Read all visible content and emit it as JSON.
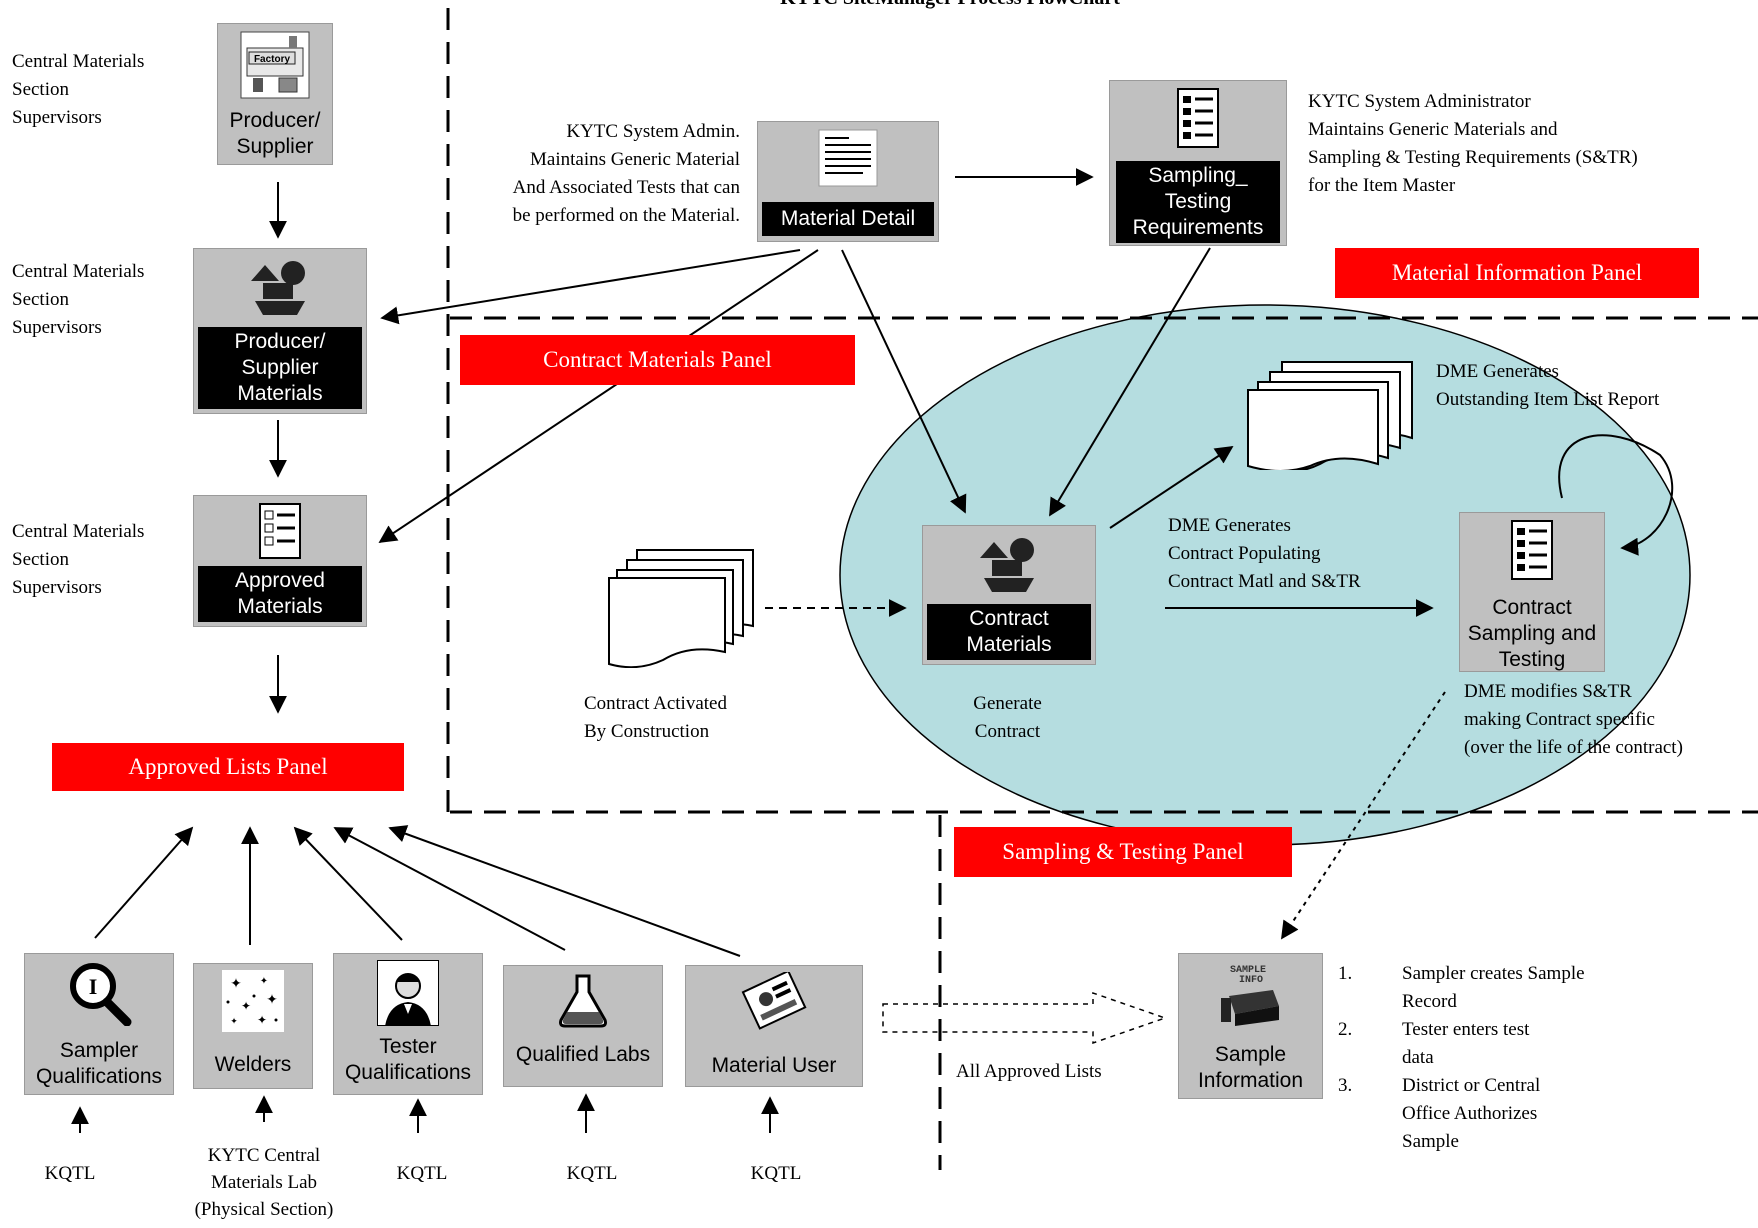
{
  "title": "KYTC SiteManager Process FlowChart",
  "panels": {
    "material_information": "Material Information Panel",
    "contract_materials": "Contract Materials Panel",
    "approved_lists": "Approved Lists Panel",
    "sampling_testing": "Sampling & Testing Panel"
  },
  "nodes": {
    "producer_supplier": {
      "label": "Producer/\nSupplier",
      "image_text": "Factory",
      "icon": "factory-icon"
    },
    "producer_supplier_materials": {
      "label": "Producer/\nSupplier\nMaterials",
      "icon": "materials-shapes-icon"
    },
    "approved_materials": {
      "label": "Approved\nMaterials",
      "icon": "checklist-icon"
    },
    "material_detail": {
      "label": "Material Detail",
      "icon": "document-icon"
    },
    "sampling_testing_requirements": {
      "label": "Sampling_\nTesting\nRequirements",
      "icon": "checklist-icon"
    },
    "contract_materials": {
      "label": "Contract\nMaterials",
      "icon": "materials-shapes-icon"
    },
    "contract_sampling_testing": {
      "label": "Contract\nSampling and\nTesting",
      "icon": "checklist-icon"
    },
    "sample_information": {
      "label": "Sample\nInformation",
      "image_text": "SAMPLE\nINFO",
      "icon": "sample-box-icon"
    },
    "sampler_qualifications": {
      "label": "Sampler\nQualifications",
      "icon": "magnifier-icon"
    },
    "welders": {
      "label": "Welders",
      "icon": "sparkles-icon"
    },
    "tester_qualifications": {
      "label": "Tester\nQualifications",
      "icon": "person-icon"
    },
    "qualified_labs": {
      "label": "Qualified Labs",
      "icon": "flask-icon"
    },
    "material_user": {
      "label": "Material User",
      "icon": "user-card-icon"
    }
  },
  "notes": {
    "cms_1": "Central Materials\nSection\nSupervisors",
    "cms_2": "Central Materials\nSection\nSupervisors",
    "cms_3": "Central Materials\nSection\nSupervisors",
    "kytc_admin": "KYTC System Admin.\nMaintains Generic Material\nAnd Associated Tests that can\nbe performed on the Material.",
    "kytc_admin_right": "KYTC System Administrator\nMaintains Generic Materials and\nSampling & Testing Requirements (S&TR)\nfor the Item Master",
    "dme_report": "DME Generates\nOutstanding Item List Report",
    "dme_contract": "DME Generates\nContract Populating\nContract Matl and S&TR",
    "dme_modifies": "DME modifies S&TR\nmaking Contract specific\n(over the life of the contract)",
    "contract_activated": "Contract Activated\nBy Construction",
    "generate_contract": "Generate\nContract",
    "all_approved_lists": "All Approved Lists"
  },
  "sources": [
    "KQTL",
    "KYTC Central\nMaterials Lab\n(Physical Section)",
    "KQTL",
    "KQTL",
    "KQTL"
  ],
  "sample_steps": [
    {
      "num": "1.",
      "text": "Sampler creates Sample\nRecord"
    },
    {
      "num": "2.",
      "text": "Tester enters test\ndata"
    },
    {
      "num": "3.",
      "text": "District or Central\nOffice Authorizes\nSample"
    }
  ],
  "colors": {
    "panel_red": "#ff0000",
    "ellipse_fill": "#b5dde0",
    "node_gray": "#c0c0c0"
  }
}
